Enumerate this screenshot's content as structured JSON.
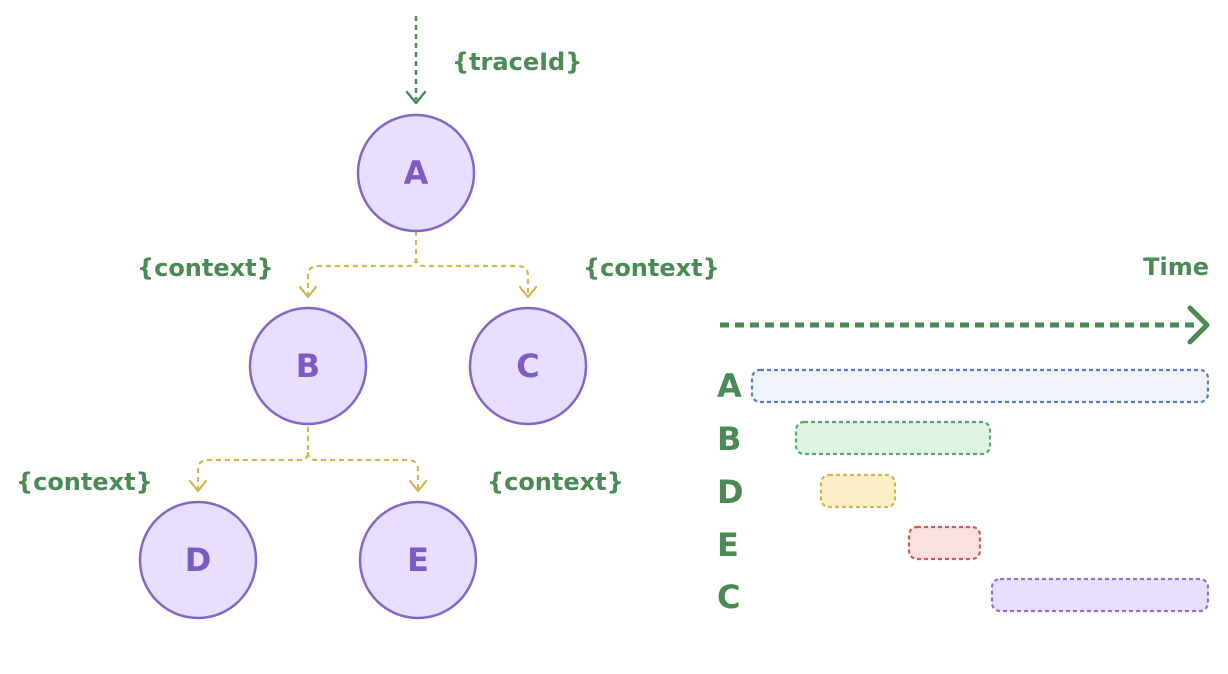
{
  "trace_label": "{traceId}",
  "context_label": "{context}",
  "nodes": [
    {
      "id": "A",
      "label": "A"
    },
    {
      "id": "B",
      "label": "B"
    },
    {
      "id": "C",
      "label": "C"
    },
    {
      "id": "D",
      "label": "D"
    },
    {
      "id": "E",
      "label": "E"
    }
  ],
  "edges": [
    {
      "from": "A",
      "to": "B",
      "label": "{context}"
    },
    {
      "from": "A",
      "to": "C",
      "label": "{context}"
    },
    {
      "from": "B",
      "to": "D",
      "label": "{context}"
    },
    {
      "from": "B",
      "to": "E",
      "label": "{context}"
    }
  ],
  "timeline": {
    "axis_label": "Time",
    "rows": [
      {
        "label": "A",
        "fill": "#eef3fc",
        "stroke": "#5b79c7"
      },
      {
        "label": "B",
        "fill": "#def3e3",
        "stroke": "#5aa66b"
      },
      {
        "label": "D",
        "fill": "#fcefc8",
        "stroke": "#d6b54e"
      },
      {
        "label": "E",
        "fill": "#fbe0e0",
        "stroke": "#d05858"
      },
      {
        "label": "C",
        "fill": "#e8deff",
        "stroke": "#9270d6"
      }
    ]
  },
  "colors": {
    "node_fill": "#e8deff",
    "node_stroke": "#8466c9",
    "node_text": "#7c5cc4",
    "context_arrow": "#d6b54e",
    "green_text": "#4a8a55"
  }
}
